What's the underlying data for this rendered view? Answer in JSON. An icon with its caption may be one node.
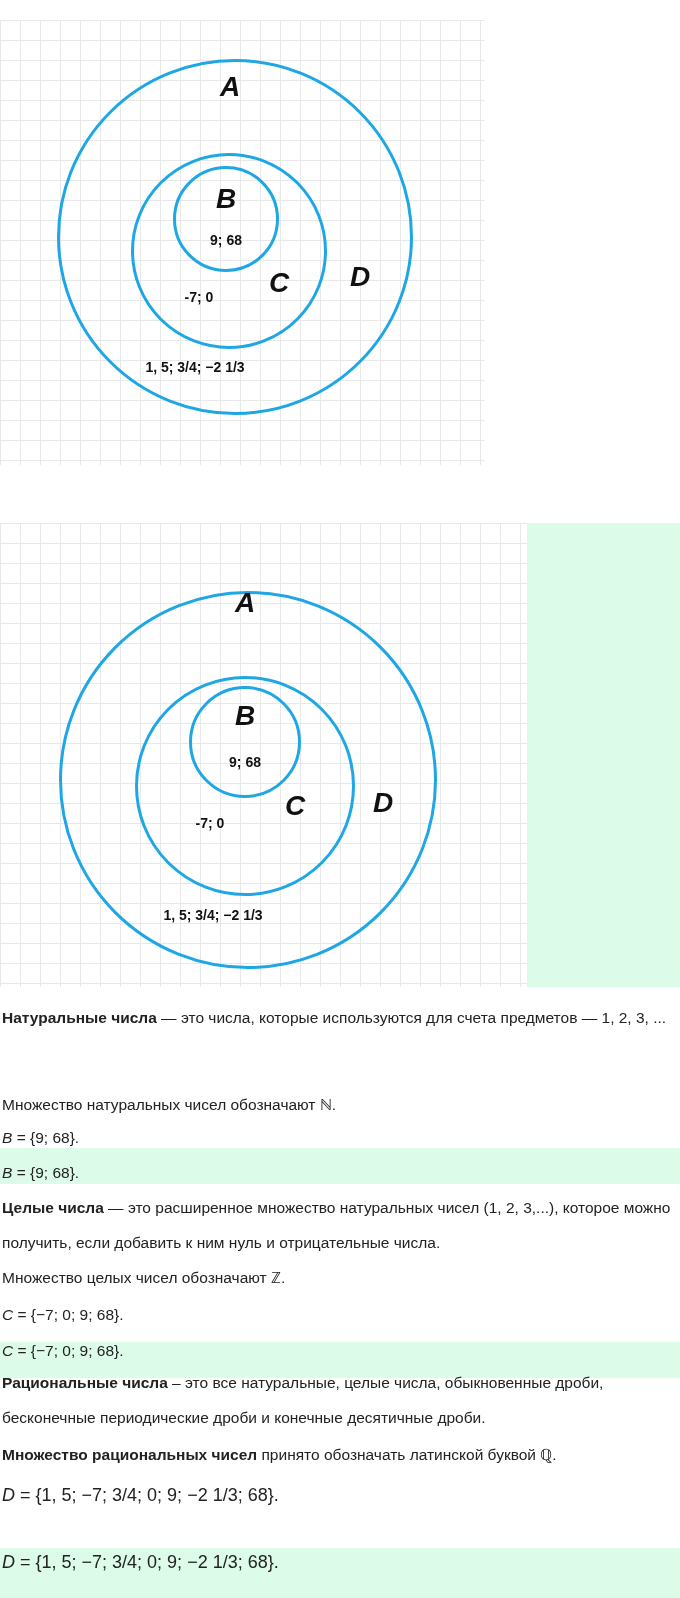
{
  "diagram": {
    "nodes": [
      {
        "text": [
          "A",
          "D",
          "1, 5; 3/4; −2 1/3"
        ]
      },
      {
        "text": [
          "C",
          "-7; 0"
        ],
        "in": 0
      },
      {
        "text": [
          "B",
          "9; 68"
        ],
        "in": 1
      },
      {
        "text": [
          "A",
          "D",
          "1, 5; 3/4; −2 1/3"
        ]
      },
      {
        "text": [
          "C",
          "-7; 0"
        ],
        "in": 3
      },
      {
        "text": [
          "B",
          "9; 68"
        ],
        "in": 4
      }
    ],
    "labels": [
      "**Натуральные числа** — это числа, которые используются для счета предметов — 1, 2, 3, ...",
      "Множество натуральных чисел обозначают ℕ.",
      "*B* = {9; 68}.",
      "*B* = {9; 68}.",
      "**Целые числа** — это расширенное множество натуральных чисел (1, 2, 3,...), которое можно получить, если добавить к ним нуль и отрицательные числа.",
      "Множество целых чисел обозначают ℤ.",
      "*C* = {−7; 0; 9; 68}.",
      "*C* = {−7; 0; 9; 68}.",
      "**Рациональные числа** – это все натуральные, целые числа, обыкновенные дроби, бесконечные периодические дроби и конечные десятичные дроби.",
      "**Множество рациональных чисел** принято обозначать латинской буквой ℚ.",
      "*D* = {1, 5; −7; 3/4; 0; 9; −2 1/3; 68}.",
      "*D* = {1, 5; −7; 3/4; 0; 9; −2 1/3; 68}."
    ]
  }
}
